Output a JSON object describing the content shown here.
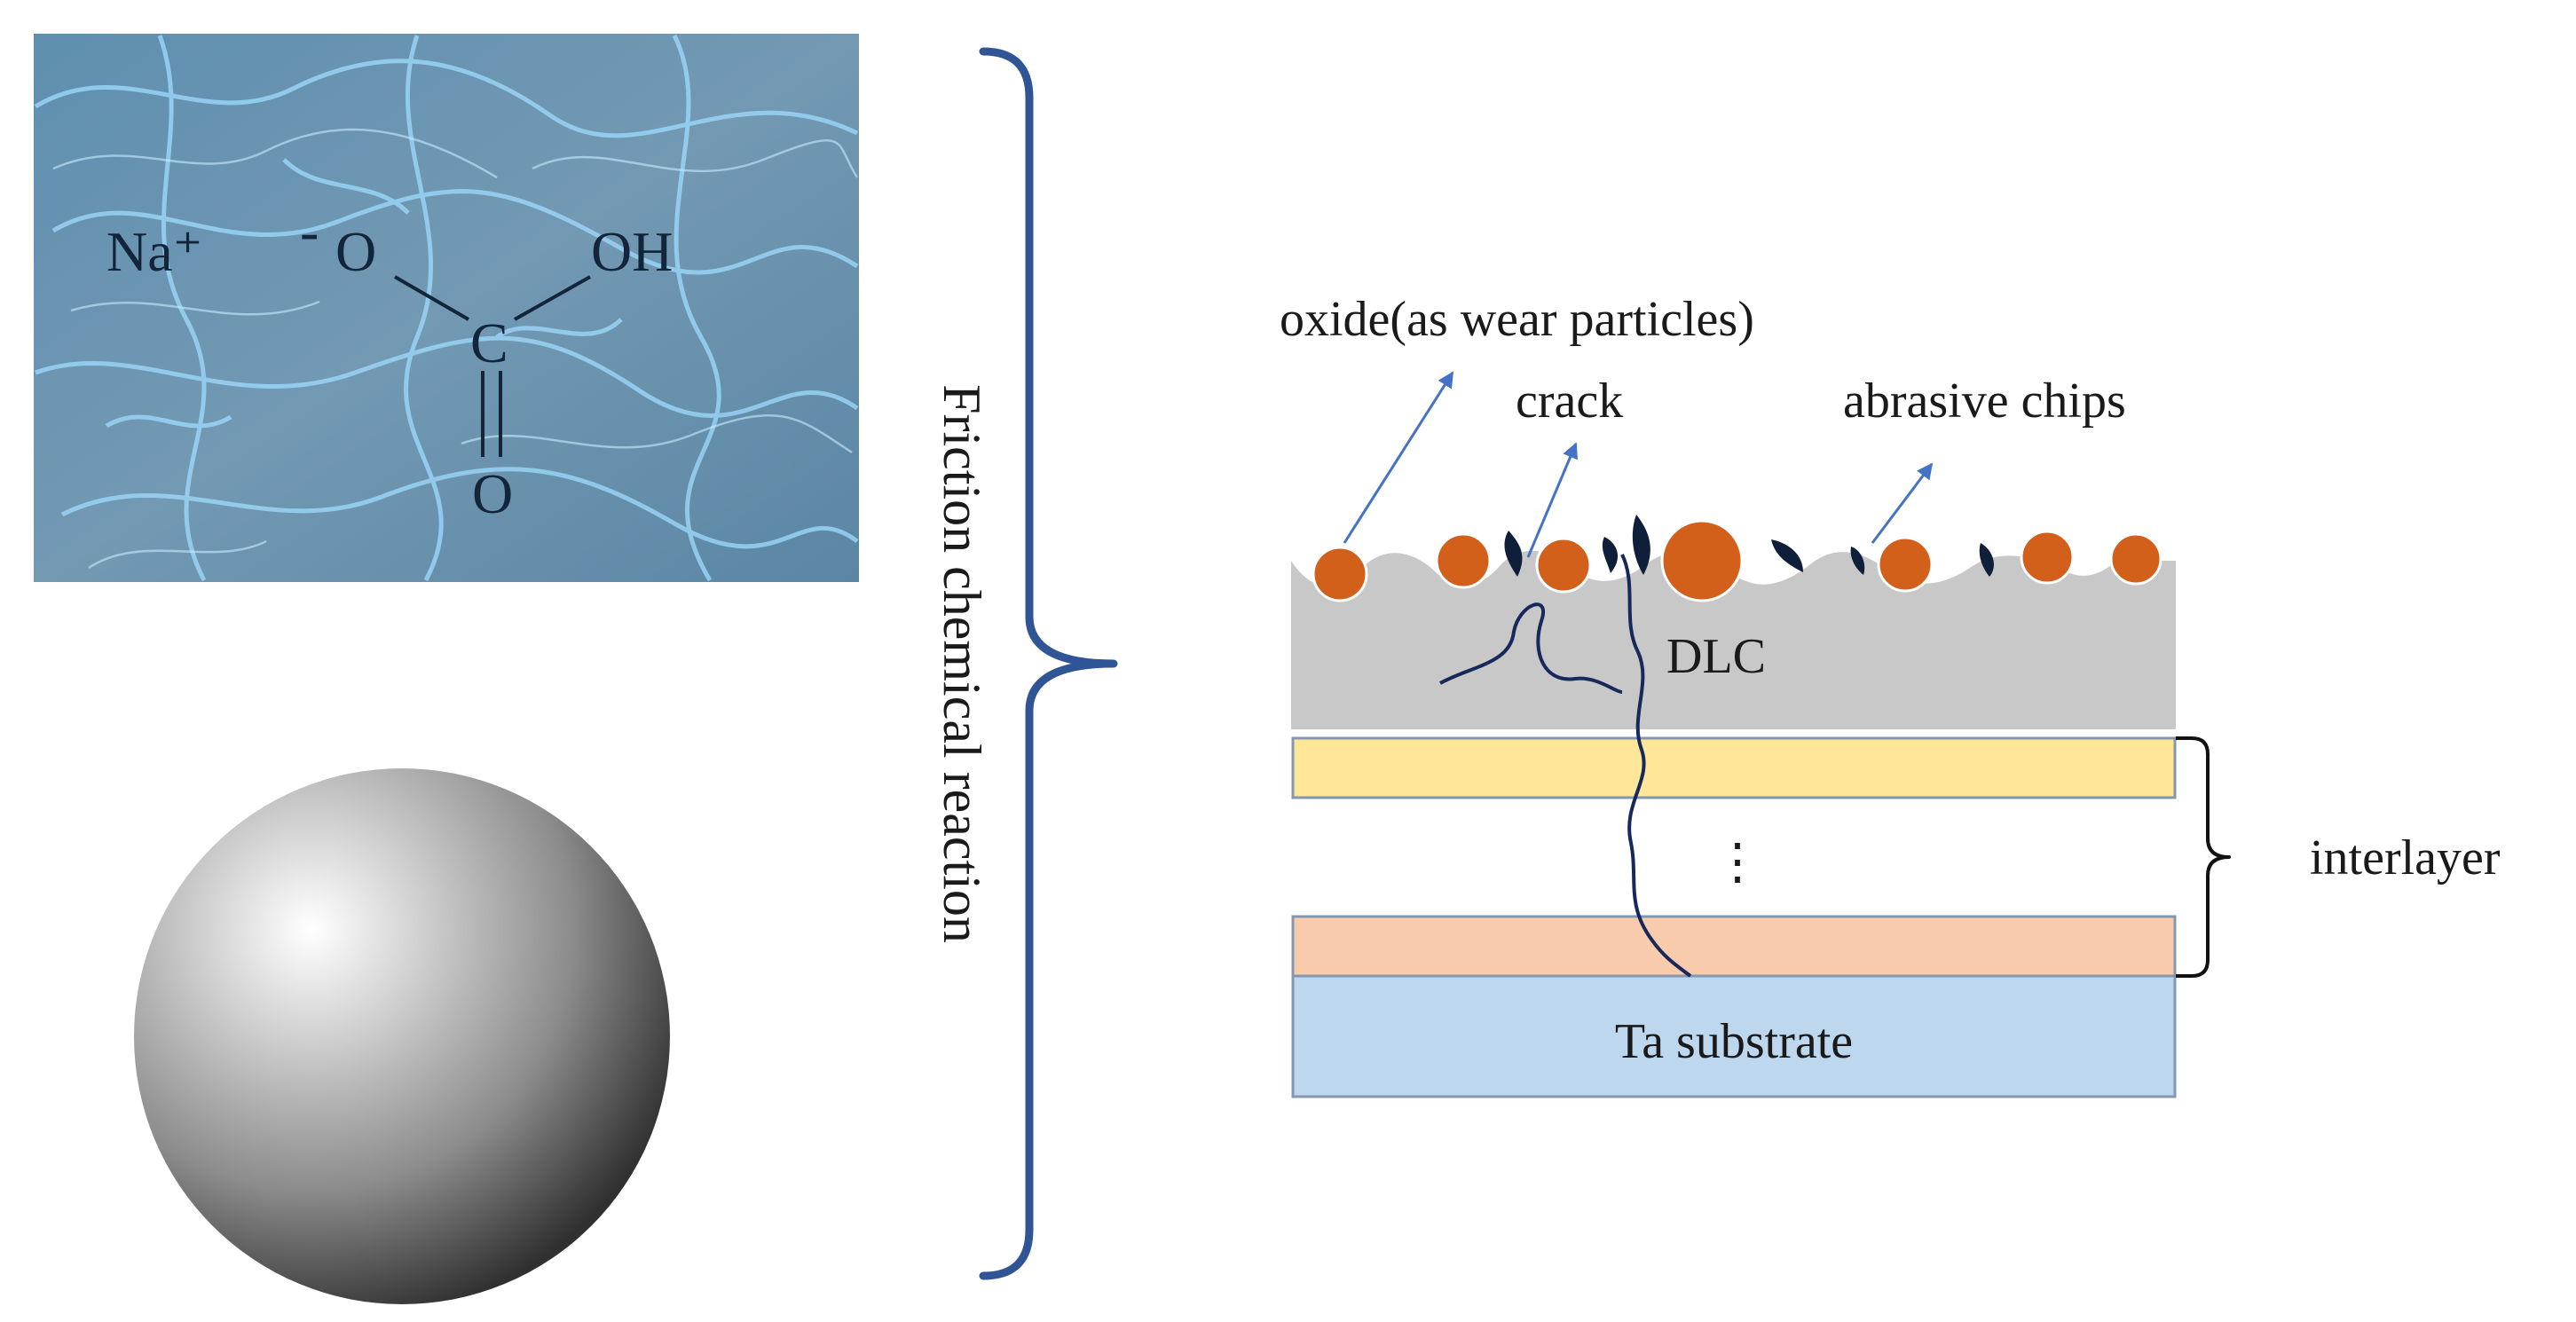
{
  "solution": {
    "sodium_ion": "Na⁺",
    "oxygen_anion_charge": "-",
    "oxygen_anion": "O",
    "hydroxyl": "OH",
    "carbon": "C",
    "carbonyl_oxygen": "O"
  },
  "reaction_label": "Friction chemical reaction",
  "coating": {
    "oxide_label": "oxide(as wear particles)",
    "crack_label": "crack",
    "chips_label": "abrasive chips",
    "dlc_label": "DLC",
    "ellipsis": "⋮",
    "interlayer_label": "interlayer",
    "substrate_label": "Ta substrate"
  },
  "colors": {
    "water_base": "#6b8fa8",
    "water_caustic": "#8fd3ff",
    "bracket": "#2f5597",
    "dlc": "#c8c8c8",
    "particle": "#d2601a",
    "chip": "#0f1f3a",
    "crack": "#17295a",
    "arrow": "#4472c4",
    "layer_yellow": "#ffe699",
    "layer_peach": "#f8cbad",
    "substrate": "#bdd7ee",
    "layer_stroke": "#8497b0"
  }
}
